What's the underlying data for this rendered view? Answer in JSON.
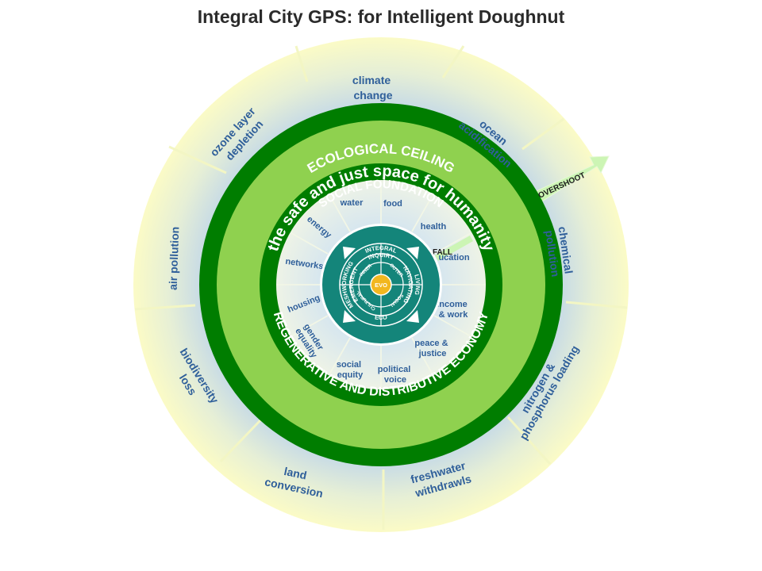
{
  "title": "Integral City GPS: for Intelligent Doughnut",
  "rings": {
    "ecological_ceiling": "ECOLOGICAL CEILING",
    "safe_space": "the safe and just space for humanity",
    "social_foundation": "SOCIAL FOUNDATION",
    "regenerative": "REGENERATIVE AND DISTRIBUTIVE ECONOMY"
  },
  "arrows": {
    "overshoot": "OVERSHOOT",
    "shortfall": "FALL"
  },
  "outer_labels": {
    "climate": [
      "climate",
      "change"
    ],
    "ocean": [
      "ocean",
      "acidification"
    ],
    "chemical": [
      "chemical",
      "pollution"
    ],
    "nitrogen": [
      "nitrogen &",
      "phosphorus loading"
    ],
    "freshwater": [
      "freshwater",
      "withdrawls"
    ],
    "land": [
      "land",
      "conversion"
    ],
    "biodiversity": [
      "biodiversity",
      "loss"
    ],
    "air": [
      "air pollution"
    ],
    "ozone": [
      "ozone layer",
      "depletion"
    ]
  },
  "inner_labels": {
    "water": [
      "water"
    ],
    "food": [
      "food"
    ],
    "health": [
      "health"
    ],
    "education": [
      "ucation"
    ],
    "income": [
      "income",
      "& work"
    ],
    "peace": [
      "peace &",
      "justice"
    ],
    "political": [
      "political",
      "voice"
    ],
    "social_equity": [
      "social",
      "equity"
    ],
    "gender": [
      "gender",
      "equality"
    ],
    "housing": [
      "housing"
    ],
    "networks": [
      "networks"
    ],
    "energy": [
      "energy"
    ]
  },
  "core": {
    "integral": "INTEGRAL",
    "inquiry": "INQUIRY",
    "living": "LIVING",
    "navigating": "NAVIGATING",
    "eco": "ECO",
    "meshworking": "MESHWORKING",
    "emergent": "EMERGENT",
    "inner": "INNER",
    "outer": "OUTER",
    "social": "SOCIAL",
    "cultural": "CULTURAL",
    "evo": "EVO"
  },
  "colors": {
    "outer_glow": "#fbfbc8",
    "sky_blue": "#c6dcea",
    "dark_green": "#007d00",
    "light_green": "#8fd14f",
    "teal": "#14857a",
    "evo_gold": "#f2b71f",
    "label_blue": "#2f5f9a"
  }
}
